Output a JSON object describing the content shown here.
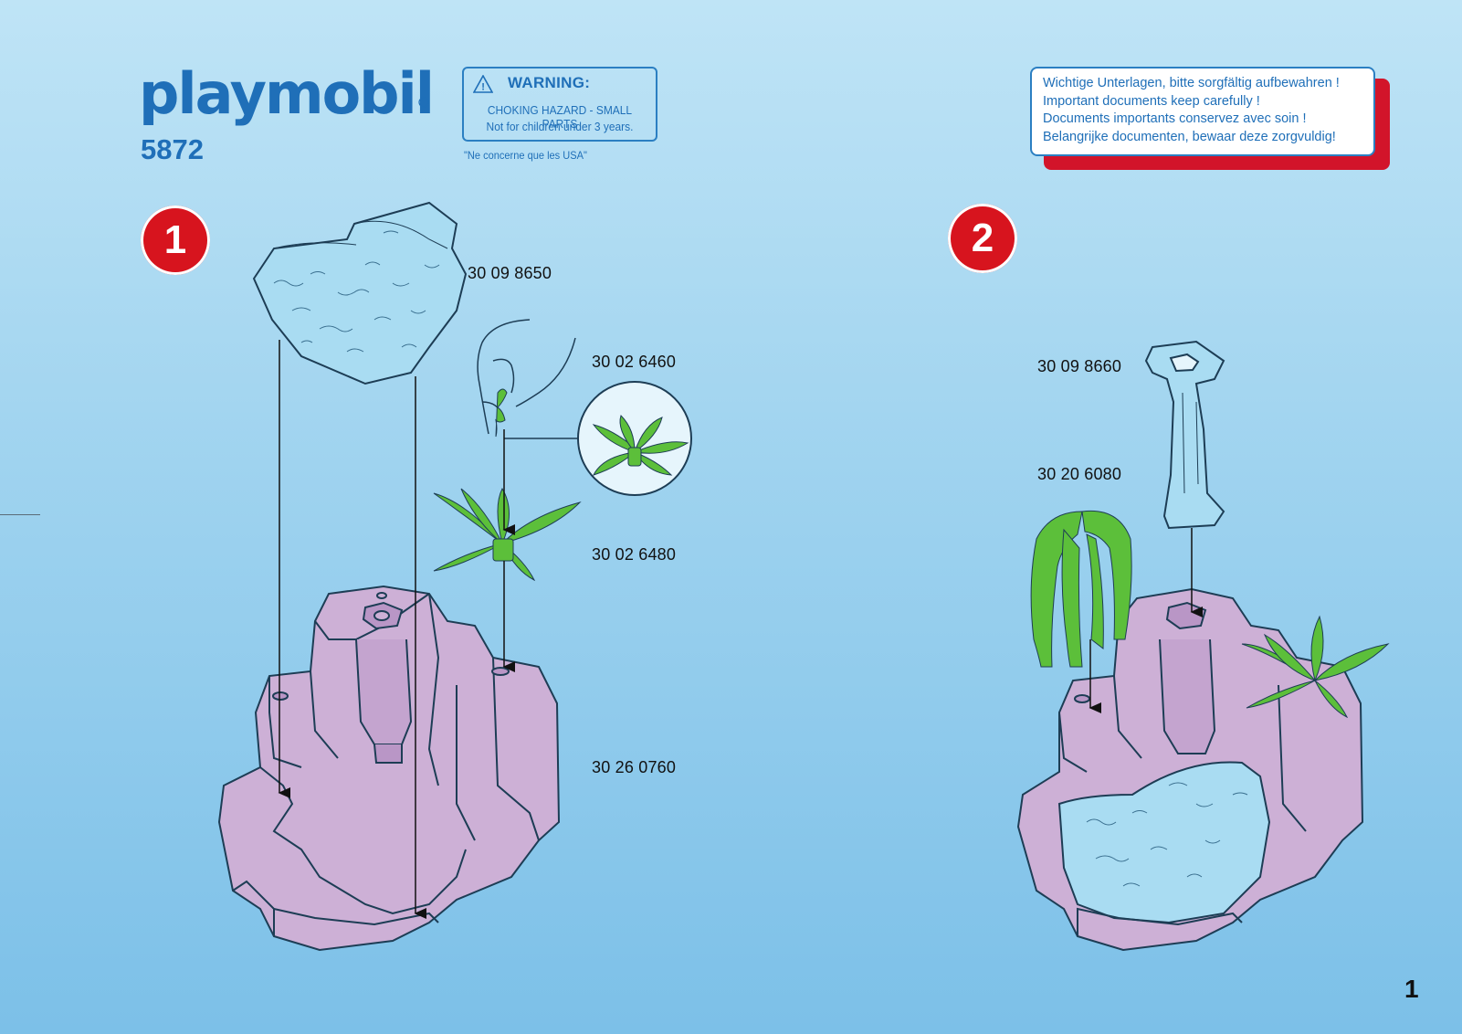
{
  "brand": {
    "logo_text": "playmobil"
  },
  "model_number": "5872",
  "warning": {
    "title": "WARNING:",
    "line1": "CHOKING HAZARD - SMALL PARTS",
    "line2": "Not for children under 3 years.",
    "note": "\"Ne concerne que les USA\""
  },
  "documents_notice": {
    "lines": [
      "Wichtige Unterlagen, bitte sorgfältig aufbewahren !",
      "Important documents keep carefully !",
      "Documents importants conservez avec soin !",
      "Belangrijke documenten, bewaar deze zorgvuldig!"
    ]
  },
  "steps": [
    {
      "number": "1",
      "parts": [
        "30 09 8650",
        "30 02 6460",
        "30 02 6480",
        "30 26 0760"
      ]
    },
    {
      "number": "2",
      "parts": [
        "30 09 8660",
        "30 20 6080"
      ]
    }
  ],
  "page_number": "1",
  "colors": {
    "accent_blue": "#1f6fb8",
    "step_red": "#d7141e",
    "rock_lilac": "#cdb0d6",
    "water_blue": "#a9dcf2",
    "plant_green": "#5cbf3a"
  }
}
